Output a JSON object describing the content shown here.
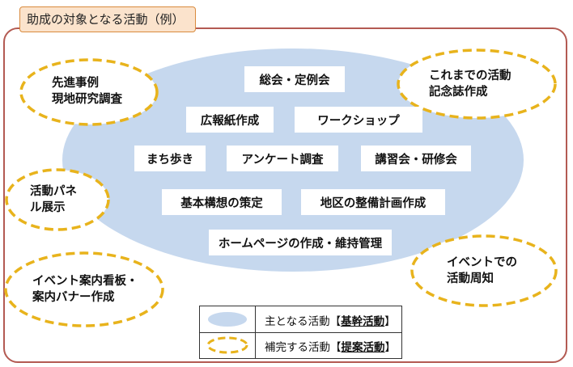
{
  "title": "助成の対象となる活動（例）",
  "core_activities": [
    {
      "id": "general-meeting",
      "label": "総会・定例会"
    },
    {
      "id": "newsletter",
      "label": "広報紙作成"
    },
    {
      "id": "workshop",
      "label": "ワークショップ"
    },
    {
      "id": "town-walk",
      "label": "まち歩き"
    },
    {
      "id": "survey",
      "label": "アンケート調査"
    },
    {
      "id": "seminar",
      "label": "講習会・研修会"
    },
    {
      "id": "basic-plan",
      "label": "基本構想の策定"
    },
    {
      "id": "district-plan",
      "label": "地区の整備計画作成"
    },
    {
      "id": "homepage",
      "label": "ホームページの作成・維持管理"
    }
  ],
  "proposal_activities": [
    {
      "id": "precedent-study",
      "lines": [
        "先進事例",
        "現地研究調査"
      ]
    },
    {
      "id": "commemorative-book",
      "lines": [
        "これまでの活動",
        "記念誌作成"
      ]
    },
    {
      "id": "activity-panel",
      "lines": [
        "活動パネ",
        "ル展示"
      ]
    },
    {
      "id": "event-signboard",
      "lines": [
        "イベント案内看板・",
        "案内バナー作成"
      ]
    },
    {
      "id": "event-publicity",
      "lines": [
        "イベントでの",
        "活動周知"
      ]
    }
  ],
  "legend": {
    "core": {
      "prefix": "主となる活動【",
      "term": "基幹活動",
      "suffix": "】"
    },
    "proposal": {
      "prefix": "補完する活動【",
      "term": "提案活動",
      "suffix": "】"
    }
  },
  "colors": {
    "core_fill": "#c6d8ee",
    "proposal_outline": "#e8b31c",
    "frame": "#b35a52",
    "title_fill": "#fbe3cc"
  }
}
